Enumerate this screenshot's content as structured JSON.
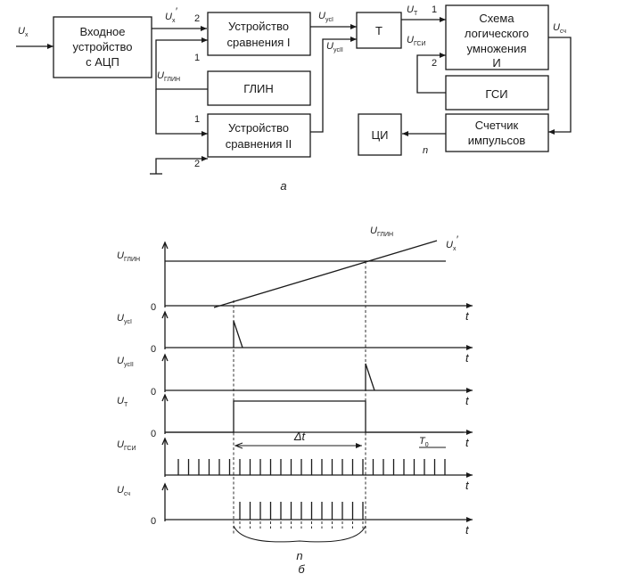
{
  "blocks": {
    "adc": [
      "Входное",
      "устройство",
      "с АЦП"
    ],
    "comp1": [
      "Устройство",
      "сравнения I"
    ],
    "trigger": "Т",
    "and_gate": [
      "Схема",
      "логического",
      "умножения",
      "И"
    ],
    "glin": "ГЛИН",
    "gsi": "ГСИ",
    "comp2": [
      "Устройство",
      "сравнения II"
    ],
    "ci": "ЦИ",
    "counter": [
      "Счетчик",
      "импульсов"
    ]
  },
  "signals": {
    "ux": {
      "main": "U",
      "sub": "x"
    },
    "ux_prime": {
      "main": "U",
      "sub": "x",
      "sup": "′"
    },
    "uycI": {
      "main": "U",
      "sub": "ycI"
    },
    "uycII": {
      "main": "U",
      "sub": "ycII"
    },
    "ut": {
      "main": "U",
      "sub": "T"
    },
    "ugsi": {
      "main": "U",
      "sub": "ГСИ"
    },
    "uglin": {
      "main": "U",
      "sub": "ГЛИН"
    },
    "usch": {
      "main": "U",
      "sub": "сч"
    },
    "n": "n"
  },
  "ports": {
    "p1": "1",
    "p2": "2"
  },
  "captions": {
    "a": "а",
    "b": "б"
  },
  "timing": {
    "zero": "0",
    "t_axis": "t",
    "delta_t": "Δt",
    "t0": {
      "main": "T",
      "sub": "0"
    },
    "n": "n",
    "axes": [
      {
        "main": "U",
        "sub": "ГЛИН"
      },
      {
        "main": "U",
        "sub": "ycI"
      },
      {
        "main": "U",
        "sub": "ycII"
      },
      {
        "main": "U",
        "sub": "T"
      },
      {
        "main": "U",
        "sub": "ГСИ"
      },
      {
        "main": "U",
        "sub": "сч"
      }
    ]
  }
}
